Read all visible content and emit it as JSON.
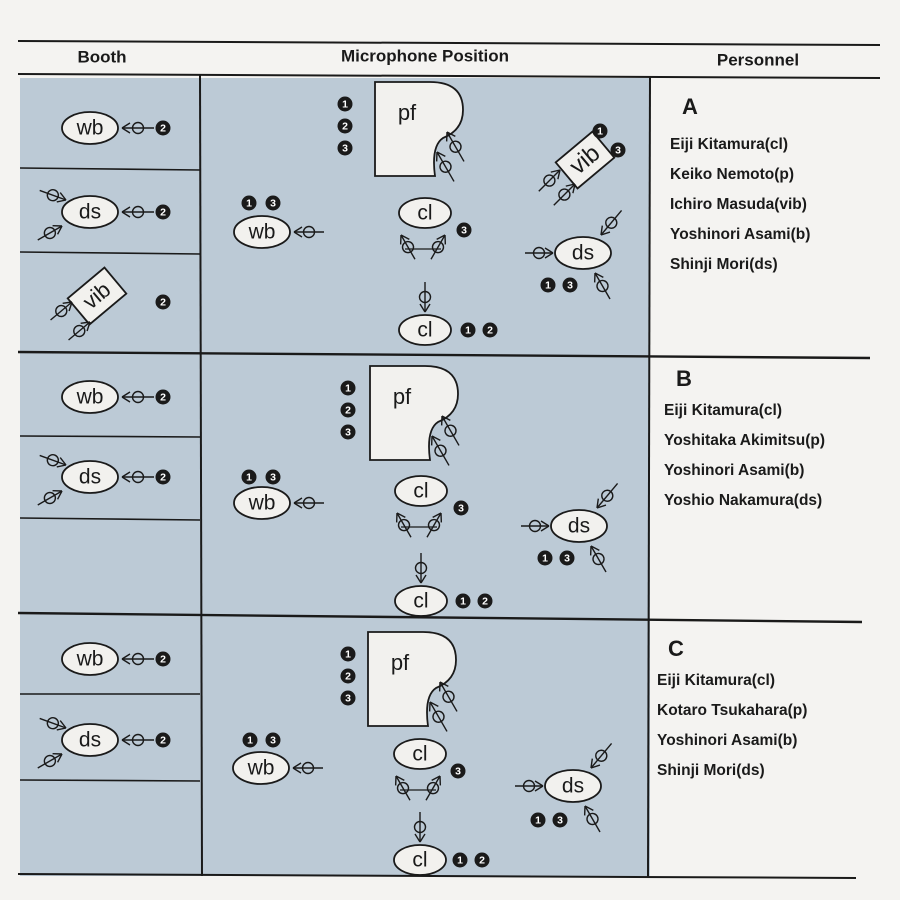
{
  "headers": {
    "booth": "Booth",
    "mic_position": "Microphone Position",
    "personnel": "Personnel"
  },
  "instruments": {
    "wb": "wb",
    "ds": "ds",
    "vib": "vib",
    "pf": "pf",
    "cl": "cl"
  },
  "markers": {
    "one": "1",
    "two": "2",
    "three": "3"
  },
  "sessions": [
    {
      "letter": "A",
      "members": [
        "Eiji Kitamura(cl)",
        "Keiko Nemoto(p)",
        "Ichiro Masuda(vib)",
        "Yoshinori Asami(b)",
        "Shinji Mori(ds)"
      ],
      "booth_instruments": [
        "wb",
        "ds",
        "vib"
      ],
      "has_vibraphone": true
    },
    {
      "letter": "B",
      "members": [
        "Eiji Kitamura(cl)",
        "Yoshitaka Akimitsu(p)",
        "Yoshinori Asami(b)",
        "Yoshio Nakamura(ds)"
      ],
      "booth_instruments": [
        "wb",
        "ds"
      ],
      "has_vibraphone": false
    },
    {
      "letter": "C",
      "members": [
        "Eiji Kitamura(cl)",
        "Kotaro Tsukahara(p)",
        "Yoshinori Asami(b)",
        "Shinji Mori(ds)"
      ],
      "booth_instruments": [
        "wb",
        "ds"
      ],
      "has_vibraphone": false
    }
  ],
  "colors": {
    "panel": "#bccad6",
    "paper": "#f4f3f1",
    "line": "#1a1a1a",
    "shape_fill": "#f2f1ee"
  }
}
